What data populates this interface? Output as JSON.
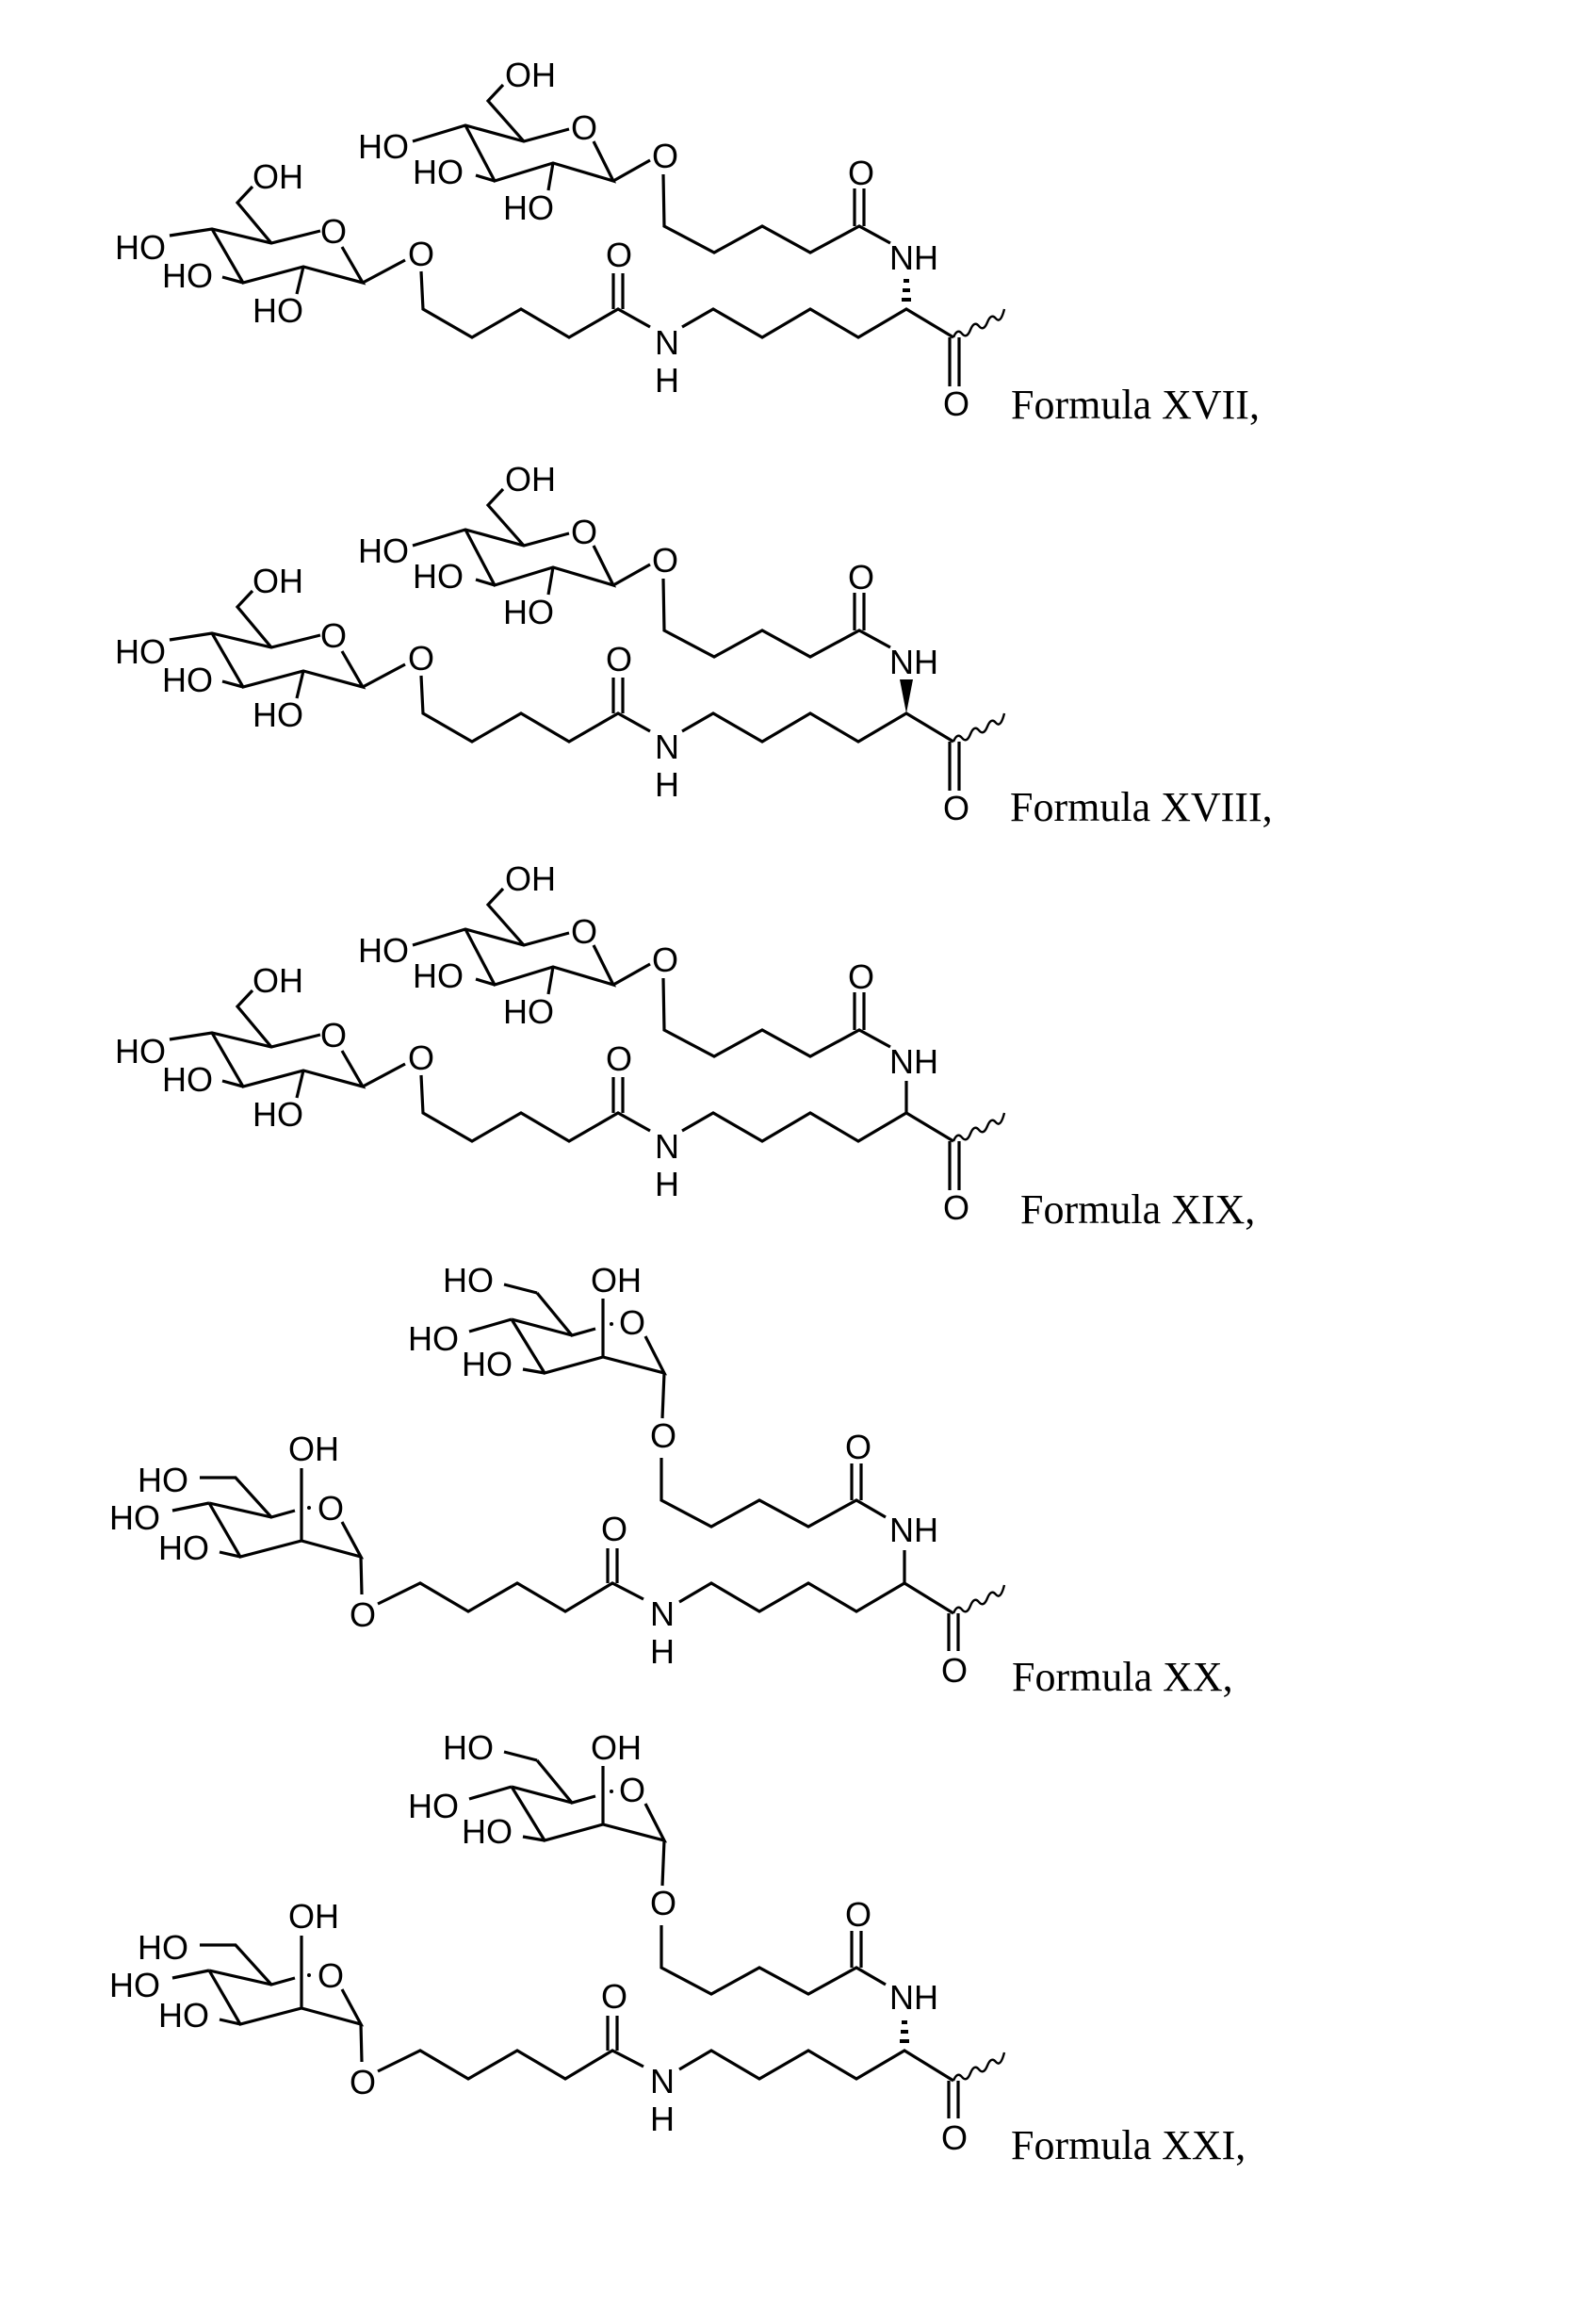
{
  "document": {
    "type": "patent chemical structure drawings",
    "formulas": [
      {
        "id": "XVII",
        "label": "Formula XVII,",
        "sugar": "beta-glucopyranoside",
        "stereo_alpha_carbon": "hashed wedge"
      },
      {
        "id": "XVIII",
        "label": "Formula XVIII,",
        "sugar": "beta-glucopyranoside",
        "stereo_alpha_carbon": "bold wedge"
      },
      {
        "id": "XIX",
        "label": "Formula XIX,",
        "sugar": "beta-glucopyranoside",
        "stereo_alpha_carbon": "unspecified"
      },
      {
        "id": "XX",
        "label": "Formula XX,",
        "sugar": "alpha-mannopyranoside",
        "stereo_alpha_carbon": "unspecified"
      },
      {
        "id": "XXI",
        "label": "Formula XXI,",
        "sugar": "alpha-mannopyranoside",
        "stereo_alpha_carbon": "hashed wedge"
      }
    ]
  },
  "atoms": {
    "OH": "OH",
    "HO": "HO",
    "O": "O",
    "NH": "NH",
    "N": "N",
    "H": "H"
  }
}
